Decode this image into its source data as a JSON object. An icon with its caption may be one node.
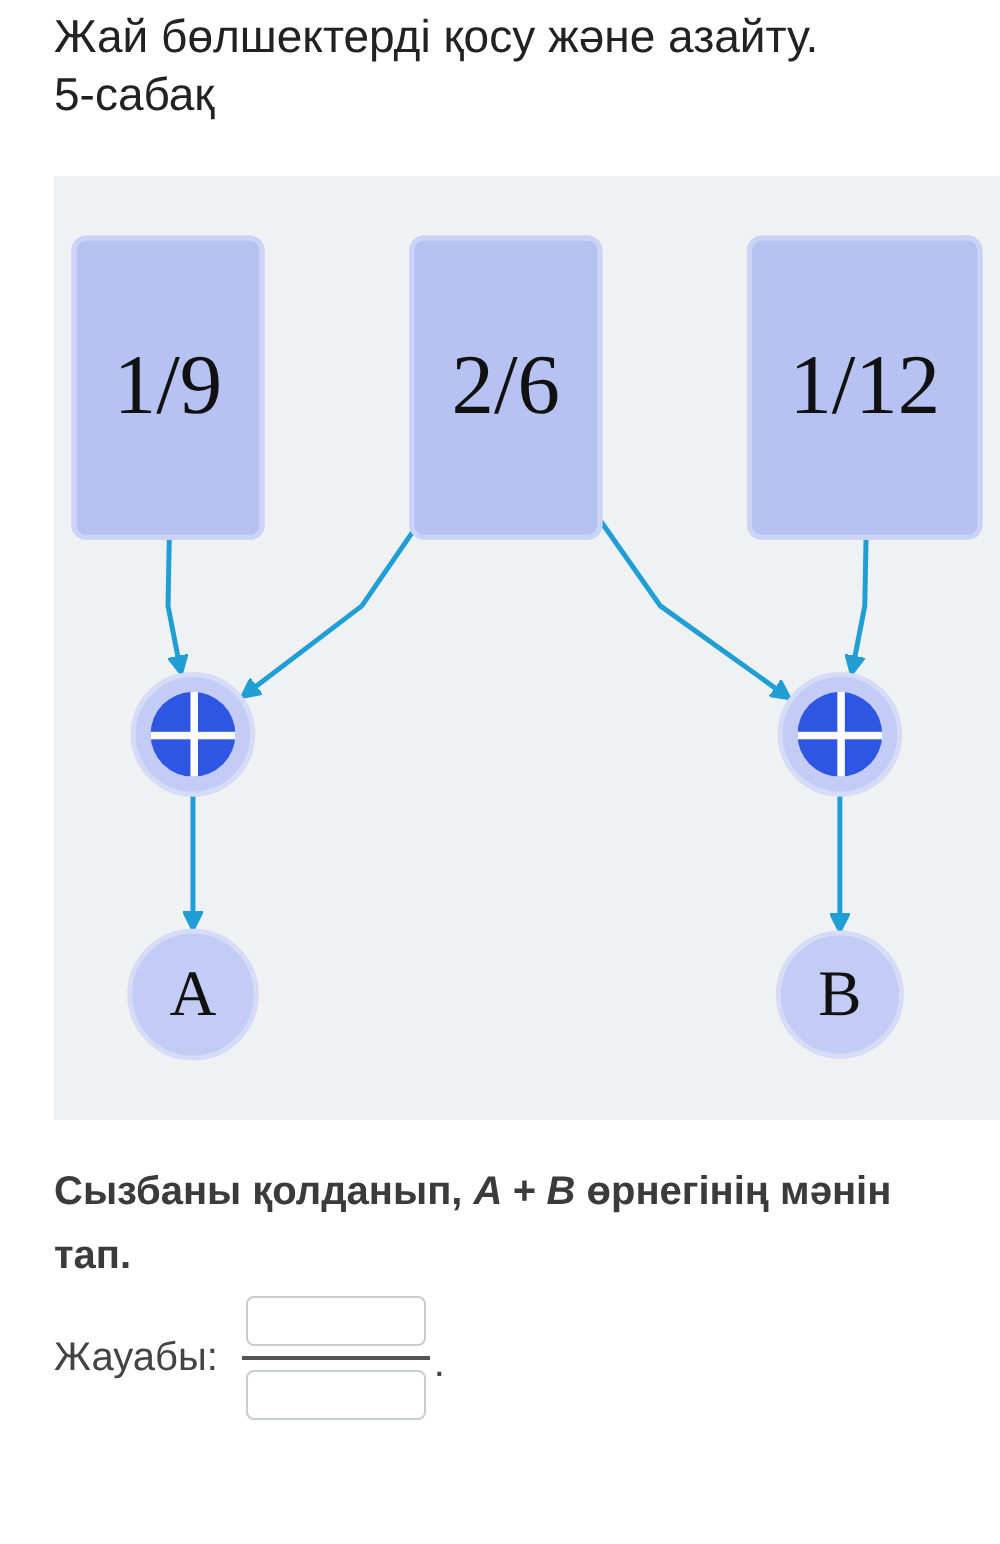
{
  "diagram": {
    "title": "Жай бөлшектерді қосу және азайту. 5-сабақ",
    "nodes": [
      {
        "text": [
          "1/9"
        ]
      },
      {
        "text": [
          "2/6"
        ]
      },
      {
        "text": [
          "1/12"
        ]
      },
      {
        "text": [],
        "shape": "circle"
      },
      {
        "text": [],
        "shape": "circle"
      },
      {
        "text": [
          "A"
        ]
      },
      {
        "text": [
          "B"
        ]
      }
    ],
    "edges": [
      {
        "from": 0,
        "to": 3,
        "arrow": "to"
      },
      {
        "from": 1,
        "to": 3,
        "arrow": "to"
      },
      {
        "from": 1,
        "to": 4,
        "arrow": "to"
      },
      {
        "from": 2,
        "to": 4,
        "arrow": "to"
      },
      {
        "from": 3,
        "to": 5,
        "arrow": "to"
      },
      {
        "from": 4,
        "to": 6,
        "arrow": "to"
      }
    ],
    "labels": [
      "Сызбаны қолданып, *A + B* өрнегінің мәнін тап.",
      "Жауабы:",
      "."
    ]
  }
}
